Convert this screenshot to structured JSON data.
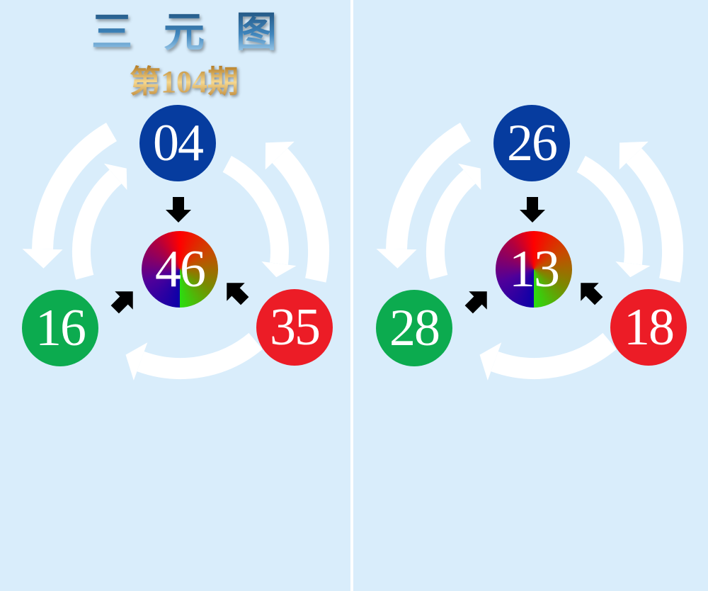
{
  "header": {
    "title": "三元图",
    "issue": "第104期"
  },
  "panels": [
    {
      "top": "04",
      "center": "46",
      "left": "16",
      "right": "35"
    },
    {
      "top": "26",
      "center": "13",
      "left": "28",
      "right": "18"
    }
  ],
  "colors": {
    "top": "#063c9f",
    "left": "#0cab4f",
    "right": "#ec1c26",
    "background": "#d9edfb"
  }
}
